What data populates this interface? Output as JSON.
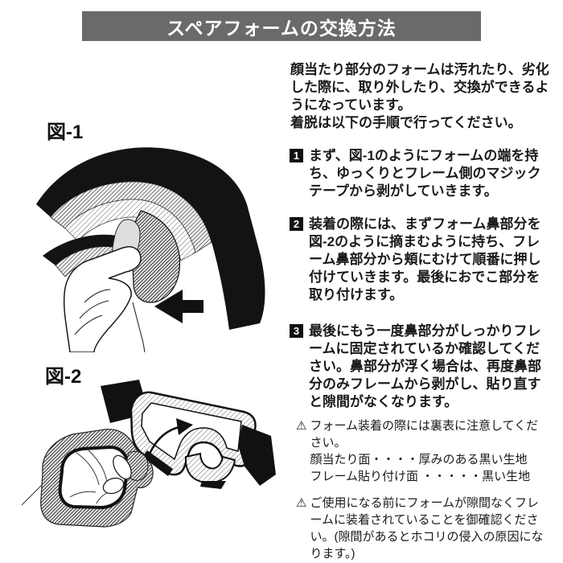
{
  "title": "スペアフォームの交換方法",
  "intro": {
    "text1": "顔当たり部分のフォームは汚れたり、劣化した際に、取り外したり、交換ができるようになっています。",
    "text2": "着脱は以下の手順で行ってください。"
  },
  "figures": [
    {
      "label": "図-1"
    },
    {
      "label": "図-2"
    }
  ],
  "steps": [
    {
      "number": "1",
      "text": "まず、図-1のようにフォームの端を持ち、ゆっくりとフレーム側のマジックテープから剥がしていきます。"
    },
    {
      "number": "2",
      "text": "装着の際には、まずフォーム鼻部分を図-2のように摘まむように持ち、フレーム鼻部分から頬にむけて順番に押し付けていきます。最後におでこ部分を取り付けます。"
    },
    {
      "number": "3",
      "text": "最後にもう一度鼻部分がしっかりフレームに固定されているか確認してください。鼻部分が浮く場合は、再度鼻部分のみフレームから剥がし、貼り直すと隙間がなくなります。"
    }
  ],
  "warnings": [
    {
      "icon": "⚠",
      "text": "フォーム装着の際には裏表に注意してください。",
      "details": [
        "顔当たり面・・・・厚みのある黒い生地",
        "フレーム貼り付け面 ・・・・・黒い生地"
      ]
    },
    {
      "icon": "⚠",
      "text": "ご使用になる前にフォームが隙間なくフレームに装着されていることを御確認ください。(隙間があるとホコリの侵入の原因になります。)"
    }
  ],
  "colors": {
    "page_bg": "#ffffff",
    "title_bar_bg": "#6a6a6a",
    "title_text": "#ffffff",
    "step_badge_bg": "#111111",
    "step_badge_text": "#ffffff",
    "body_text": "#1a1a1a"
  }
}
